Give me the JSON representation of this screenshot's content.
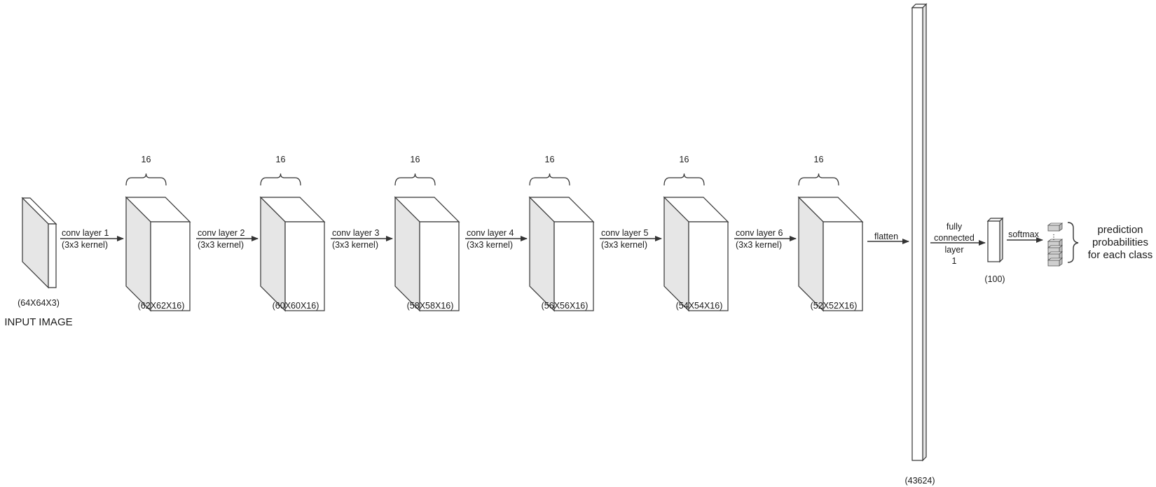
{
  "input": {
    "dims": "(64X64X3)",
    "title": "INPUT IMAGE"
  },
  "conv_blocks": [
    {
      "depth": "16",
      "dims": "(62X62X16)",
      "arrow_label": "conv layer 1",
      "kernel": "(3x3 kernel)"
    },
    {
      "depth": "16",
      "dims": "(60X60X16)",
      "arrow_label": "conv layer 2",
      "kernel": "(3x3 kernel)"
    },
    {
      "depth": "16",
      "dims": "(58X58X16)",
      "arrow_label": "conv layer 3",
      "kernel": "(3x3 kernel)"
    },
    {
      "depth": "16",
      "dims": "(56X56X16)",
      "arrow_label": "conv layer 4",
      "kernel": "(3x3 kernel)"
    },
    {
      "depth": "16",
      "dims": "(54X54X16)",
      "arrow_label": "conv layer 5",
      "kernel": "(3x3 kernel)"
    },
    {
      "depth": "16",
      "dims": "(52X52X16)",
      "arrow_label": "conv layer 6",
      "kernel": "(3x3 kernel)"
    }
  ],
  "flatten": {
    "label": "flatten",
    "dims": "(43624)"
  },
  "dense": {
    "label_lines": [
      "fully",
      "connected",
      "layer",
      "1"
    ],
    "dims": "(100)"
  },
  "softmax": {
    "label": "softmax",
    "ellipsis": "⋮"
  },
  "output": {
    "label_lines": [
      "prediction",
      "probabilities",
      "for each class"
    ]
  },
  "colors": {
    "line": "#333333",
    "side_face": "#e6e6e6",
    "face": "#ffffff",
    "cube_fill": "#cfcfcf"
  }
}
